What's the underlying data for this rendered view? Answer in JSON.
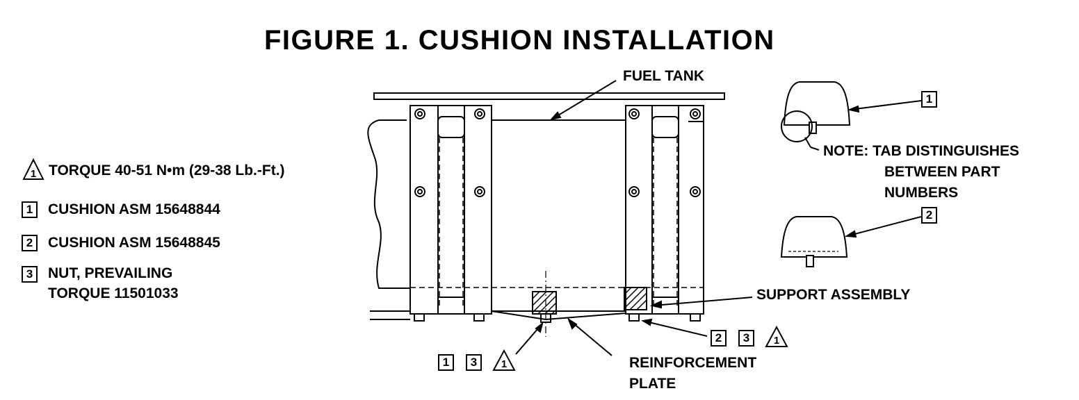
{
  "title": "FIGURE 1. CUSHION INSTALLATION",
  "legend": {
    "torque_symbol": "1",
    "torque_text": "TORQUE 40-51 N•m (29-38 Lb.-Ft.)",
    "items": [
      {
        "num": "1",
        "text": "CUSHION ASM 15648844"
      },
      {
        "num": "2",
        "text": "CUSHION ASM 15648845"
      },
      {
        "num": "3",
        "text": "NUT, PREVAILING",
        "text2": "TORQUE 11501033"
      }
    ]
  },
  "callouts": {
    "fuel_tank": "FUEL TANK",
    "support_assembly": "SUPPORT ASSEMBLY",
    "reinforcement_plate_line1": "REINFORCEMENT",
    "reinforcement_plate_line2": "PLATE",
    "note_line1": "NOTE:  TAB DISTINGUISHES",
    "note_line2": "BETWEEN PART",
    "note_line3": "NUMBERS"
  },
  "reference_boxes": {
    "cushion_1": "1",
    "cushion_2": "2",
    "left_group": [
      "1",
      "3",
      "1"
    ],
    "right_group": [
      "2",
      "3",
      "1"
    ]
  }
}
